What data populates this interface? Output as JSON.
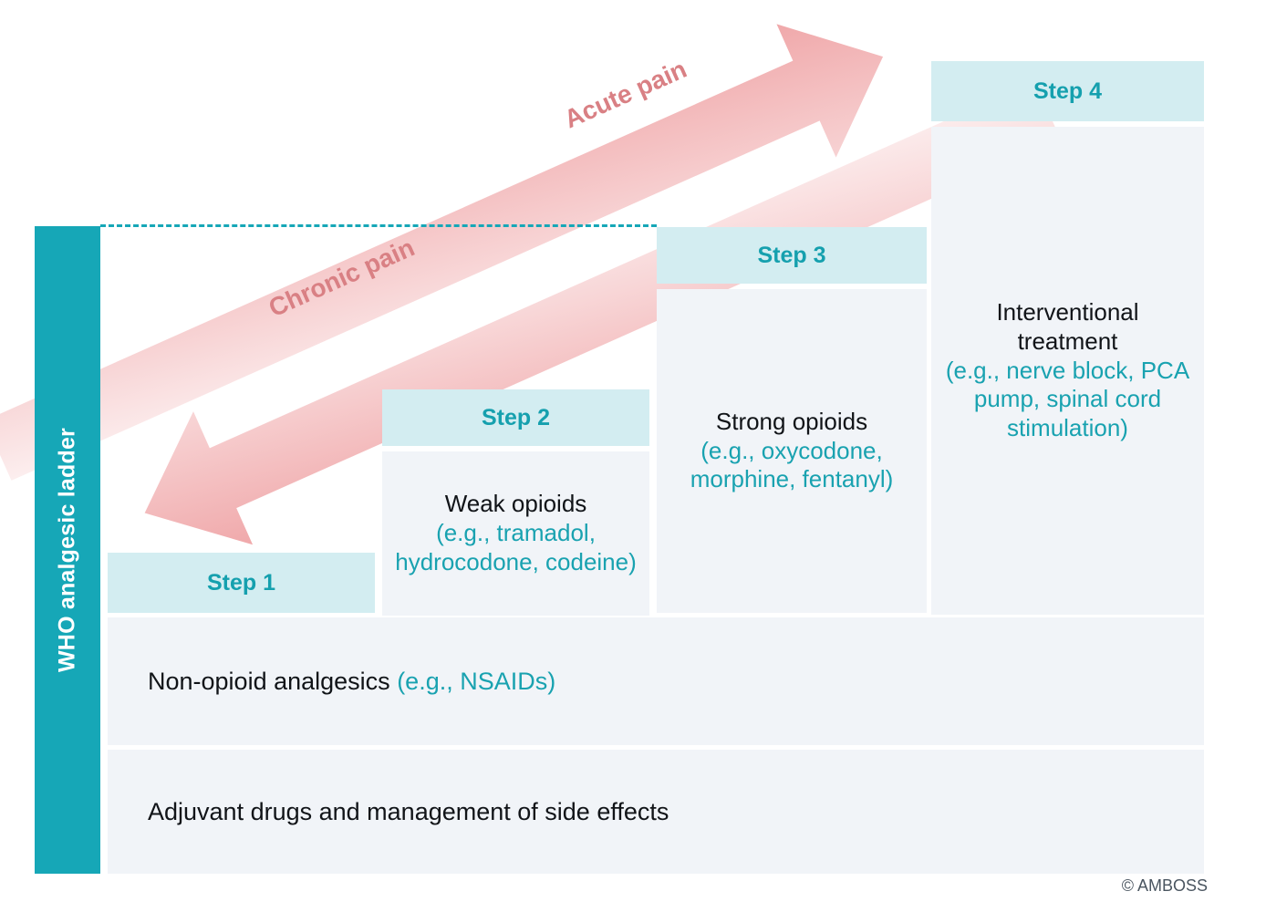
{
  "axis": {
    "label": "WHO analgesic ladder"
  },
  "steps": [
    {
      "head": "Step 1",
      "drug": "",
      "examples": ""
    },
    {
      "head": "Step 2",
      "drug": "Weak opioids",
      "examples": "(e.g., tramadol, hydrocodone, codeine)"
    },
    {
      "head": "Step 3",
      "drug": "Strong opioids",
      "examples": "(e.g., oxycodone, morphine, fentanyl)"
    },
    {
      "head": "Step 4",
      "drug": "Interventional treatment",
      "examples": "(e.g., nerve block, PCA pump, spinal cord stimulation)"
    }
  ],
  "base_rows": [
    {
      "name": "Non-opioid analgesics",
      "examples": "(e.g., NSAIDs)"
    },
    {
      "name": "Adjuvant drugs and management of side effects",
      "examples": ""
    }
  ],
  "arrows": [
    {
      "label": "Acute pain",
      "direction": "up-right"
    },
    {
      "label": "Chronic pain",
      "direction": "down-left"
    }
  ],
  "footer": {
    "copyright": "© AMBOSS"
  },
  "colors": {
    "teal_bar": "#16A7B7",
    "step_head_bg": "#D3EDF1",
    "step_head_text": "#15A0AE",
    "step_body_bg": "#F1F4F8",
    "example_text": "#19A2B0",
    "drug_text": "#111418",
    "arrow_pink": "#EFA3A5",
    "arrow_label_text": "#D98084"
  }
}
